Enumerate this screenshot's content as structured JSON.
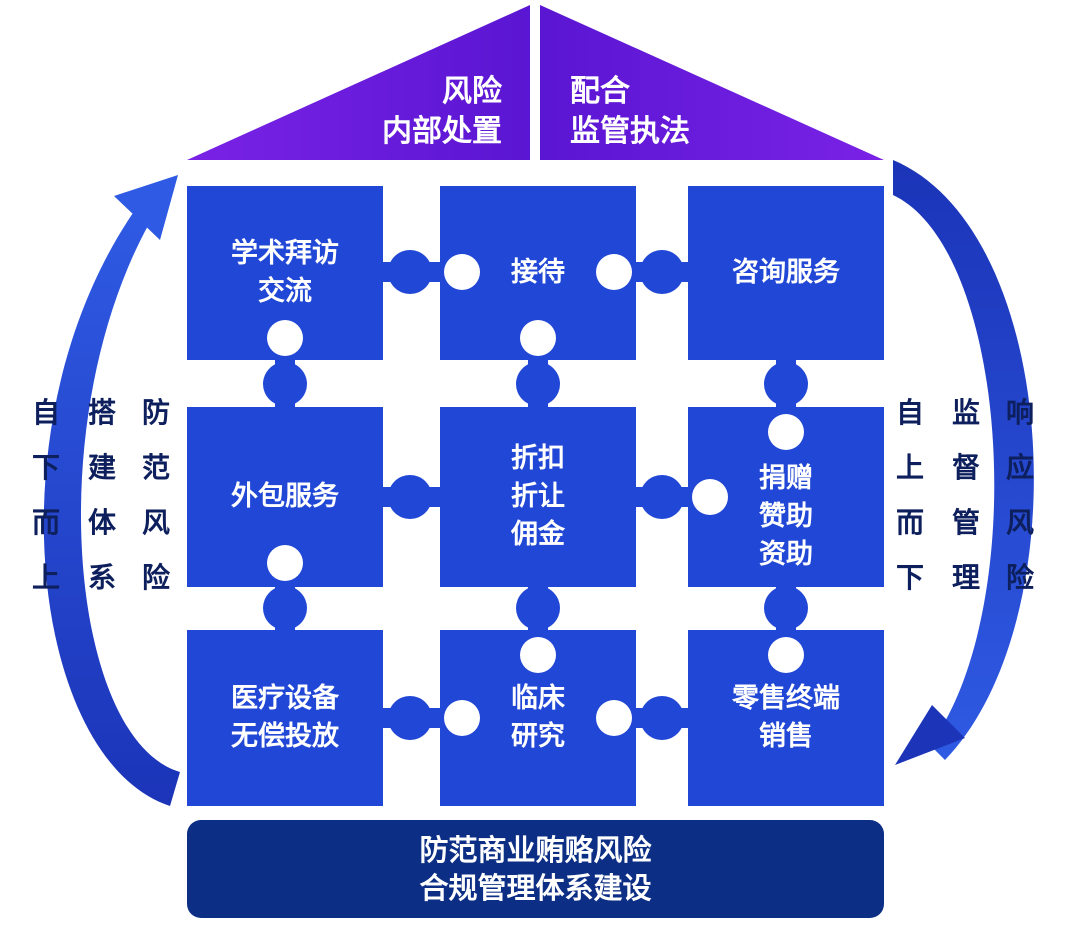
{
  "roof": {
    "left_text": "风险\n内部处置",
    "right_text": "配合\n监管执法"
  },
  "pieces": {
    "academic_visit": "学术拜访\n交流",
    "reception": "接待",
    "consulting": "咨询服务",
    "outsourcing": "外包服务",
    "discount": "折扣\n折让\n佣金",
    "donation": "捐赠\n赞助\n资助",
    "equipment": "医疗设备\n无偿投放",
    "clinical": "临床\n研究",
    "retail": "零售终端\n销售"
  },
  "left_side": {
    "col1": [
      "自",
      "下",
      "而",
      "上"
    ],
    "col2": [
      "搭",
      "建",
      "体",
      "系"
    ],
    "col3": [
      "防",
      "范",
      "风",
      "险"
    ]
  },
  "right_side": {
    "col1": [
      "自",
      "上",
      "而",
      "下"
    ],
    "col2": [
      "监",
      "督",
      "管",
      "理"
    ],
    "col3": [
      "响",
      "应",
      "风",
      "险"
    ]
  },
  "foundation": {
    "text": "防范商业贿赂风险\n合规管理体系建设"
  },
  "colors": {
    "roof": "#6d1fe0",
    "piece": "#2147d6",
    "arrow": "#1f3ec4",
    "foundation": "#0c2e84",
    "side_text": "#0d1f5c"
  }
}
